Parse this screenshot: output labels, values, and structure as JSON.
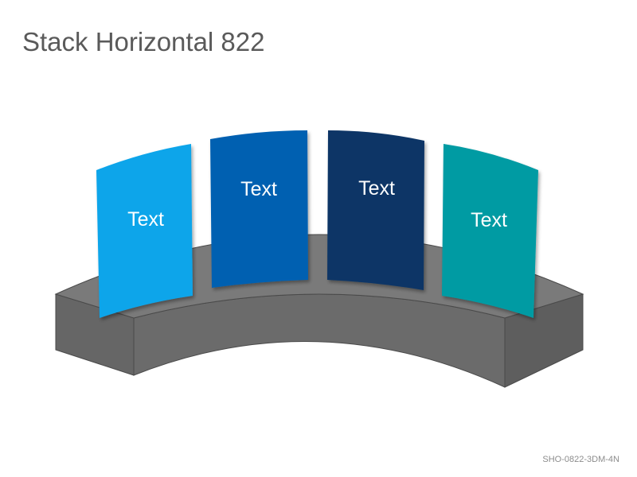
{
  "title": "Stack Horizontal 822",
  "footer_code": "SHO-0822-3DM-4N",
  "colors": {
    "panel_1": "#0ea5ea",
    "panel_2": "#0561b1",
    "panel_3": "#0a3566",
    "panel_4": "#009ba3",
    "base_top": "#7a7a7a",
    "base_front": "#6b6b6b",
    "base_side": "#5e5e5e"
  },
  "panels": [
    {
      "label": "Text"
    },
    {
      "label": "Text"
    },
    {
      "label": "Text"
    },
    {
      "label": "Text"
    }
  ]
}
